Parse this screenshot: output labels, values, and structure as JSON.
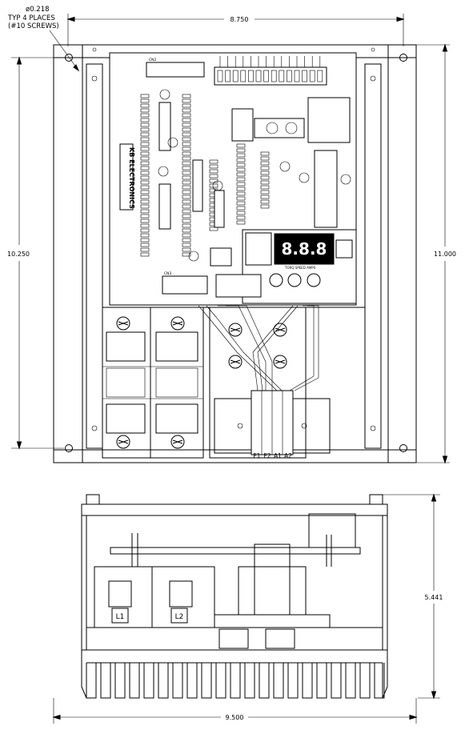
{
  "callouts": {
    "hole_diameter": "ø0.218",
    "hole_qty": "TYP 4 PLACES",
    "hole_screws": "(#10 SCREWS)"
  },
  "dimensions": {
    "top_width": "8.750",
    "left_height": "10.250",
    "right_height": "11.000",
    "side_height": "5.441",
    "bottom_width": "9.500"
  },
  "pcb": {
    "brand_text": "KB ELECTRONICS",
    "display_digits": "8.8.8",
    "connector_top": "CN2",
    "connector_bottom": "CN3",
    "display_label": "TORQ  SPEED  AMPS"
  },
  "terminals": {
    "labels": [
      "F1",
      "F2",
      "A1",
      "A2"
    ]
  },
  "side_view": {
    "l1_label": "L1",
    "l2_label": "L2"
  }
}
